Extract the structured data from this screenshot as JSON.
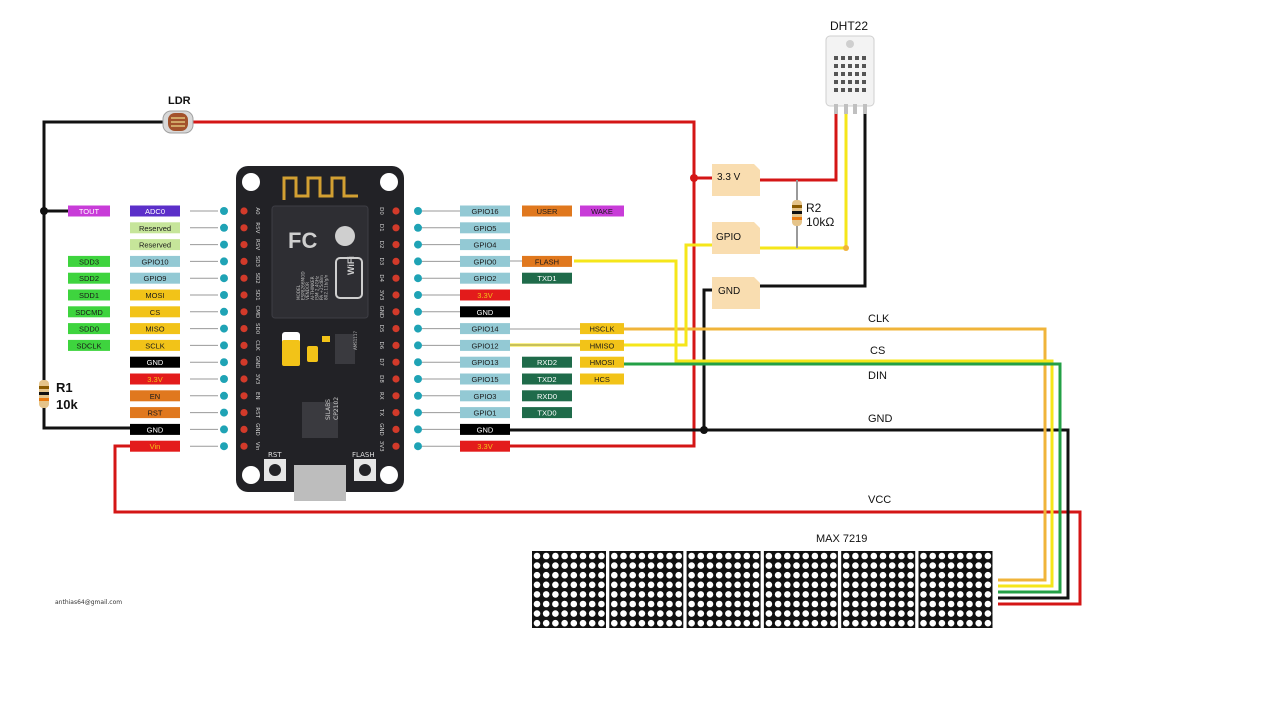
{
  "diagram": {
    "board": {
      "logo": "FC",
      "model_lines": [
        "MODEL",
        "ESP8266MOD",
        "VENDOR",
        "AI-THINKER",
        "ISM 2.4GHz",
        "PA +25dBm",
        "802.11b/g/n"
      ],
      "wifi_text": "WiFi",
      "usb_chip": [
        "SILABS",
        "CP2102"
      ],
      "regulator": "AMS1117",
      "rst_label": "RST",
      "flash_label": "FLASH",
      "left_pin_silk": [
        "A0",
        "RSV",
        "RSV",
        "SD3",
        "SD2",
        "SD1",
        "CMD",
        "SD0",
        "CLK",
        "GND",
        "3V3",
        "EN",
        "RST",
        "GND",
        "Vin"
      ],
      "right_pin_silk": [
        "D0",
        "D1",
        "D2",
        "D3",
        "D4",
        "3V3",
        "GND",
        "D5",
        "D6",
        "D7",
        "D8",
        "RX",
        "TX",
        "GND",
        "3V3"
      ]
    },
    "left_pins": [
      {
        "func": "ADC0",
        "color": "#5b2fc9",
        "text_color": "#ffffff",
        "alt": "TOUT",
        "alt_color": "#c83cd8",
        "alt_text_color": "#ffffff"
      },
      {
        "func": "Reserved",
        "color": "#c6e59a",
        "text_color": "#1a1a1a",
        "alt": "",
        "alt_color": "",
        "alt_text_color": ""
      },
      {
        "func": "Reserved",
        "color": "#c6e59a",
        "text_color": "#1a1a1a",
        "alt": "",
        "alt_color": "",
        "alt_text_color": ""
      },
      {
        "func": "GPIO10",
        "color": "#93c9d4",
        "text_color": "#1a1a1a",
        "alt": "SDD3",
        "alt_color": "#3ed43e",
        "alt_text_color": "#1a1a1a"
      },
      {
        "func": "GPIO9",
        "color": "#93c9d4",
        "text_color": "#1a1a1a",
        "alt": "SDD2",
        "alt_color": "#3ed43e",
        "alt_text_color": "#1a1a1a"
      },
      {
        "func": "MOSI",
        "color": "#f2c318",
        "text_color": "#1a1a1a",
        "alt": "SDD1",
        "alt_color": "#3ed43e",
        "alt_text_color": "#1a1a1a"
      },
      {
        "func": "CS",
        "color": "#f2c318",
        "text_color": "#1a1a1a",
        "alt": "SDCMD",
        "alt_color": "#3ed43e",
        "alt_text_color": "#1a1a1a"
      },
      {
        "func": "MISO",
        "color": "#f2c318",
        "text_color": "#1a1a1a",
        "alt": "SDD0",
        "alt_color": "#3ed43e",
        "alt_text_color": "#1a1a1a"
      },
      {
        "func": "SCLK",
        "color": "#f2c318",
        "text_color": "#1a1a1a",
        "alt": "SDCLK",
        "alt_color": "#3ed43e",
        "alt_text_color": "#1a1a1a"
      },
      {
        "func": "GND",
        "color": "#000000",
        "text_color": "#ffffff",
        "alt": "",
        "alt_color": "",
        "alt_text_color": ""
      },
      {
        "func": "3.3V",
        "color": "#e31b1b",
        "text_color": "#f2c318",
        "alt": "",
        "alt_color": "",
        "alt_text_color": ""
      },
      {
        "func": "EN",
        "color": "#e0781e",
        "text_color": "#1a1a1a",
        "alt": "",
        "alt_color": "",
        "alt_text_color": ""
      },
      {
        "func": "RST",
        "color": "#e0781e",
        "text_color": "#1a1a1a",
        "alt": "",
        "alt_color": "",
        "alt_text_color": ""
      },
      {
        "func": "GND",
        "color": "#000000",
        "text_color": "#ffffff",
        "alt": "",
        "alt_color": "",
        "alt_text_color": ""
      },
      {
        "func": "Vin",
        "color": "#e31b1b",
        "text_color": "#f2c318",
        "alt": "",
        "alt_color": "",
        "alt_text_color": ""
      }
    ],
    "right_pins": [
      {
        "gpio": "GPIO16",
        "color": "#93c9d4",
        "text_color": "#1a1a1a",
        "alt1": "USER",
        "alt1_color": "#e0781e",
        "alt1_text_color": "#1a1a1a",
        "alt2": "WAKE",
        "alt2_color": "#c83cd8",
        "alt2_text_color": "#1a1a1a"
      },
      {
        "gpio": "GPIO5",
        "color": "#93c9d4",
        "text_color": "#1a1a1a",
        "alt1": "",
        "alt1_color": "",
        "alt1_text_color": "",
        "alt2": "",
        "alt2_color": "",
        "alt2_text_color": ""
      },
      {
        "gpio": "GPIO4",
        "color": "#93c9d4",
        "text_color": "#1a1a1a",
        "alt1": "",
        "alt1_color": "",
        "alt1_text_color": "",
        "alt2": "",
        "alt2_color": "",
        "alt2_text_color": ""
      },
      {
        "gpio": "GPIO0",
        "color": "#93c9d4",
        "text_color": "#1a1a1a",
        "alt1": "FLASH",
        "alt1_color": "#e0781e",
        "alt1_text_color": "#1a1a1a",
        "alt2": "",
        "alt2_color": "",
        "alt2_text_color": ""
      },
      {
        "gpio": "GPIO2",
        "color": "#93c9d4",
        "text_color": "#1a1a1a",
        "alt1": "TXD1",
        "alt1_color": "#1f6b4a",
        "alt1_text_color": "#ffffff",
        "alt2": "",
        "alt2_color": "",
        "alt2_text_color": ""
      },
      {
        "gpio": "3.3V",
        "color": "#e31b1b",
        "text_color": "#f2c318",
        "alt1": "",
        "alt1_color": "",
        "alt1_text_color": "",
        "alt2": "",
        "alt2_color": "",
        "alt2_text_color": ""
      },
      {
        "gpio": "GND",
        "color": "#000000",
        "text_color": "#ffffff",
        "alt1": "",
        "alt1_color": "",
        "alt1_text_color": "",
        "alt2": "",
        "alt2_color": "",
        "alt2_text_color": ""
      },
      {
        "gpio": "GPIO14",
        "color": "#93c9d4",
        "text_color": "#1a1a1a",
        "alt1": "",
        "alt1_color": "",
        "alt1_text_color": "",
        "alt2": "HSCLK",
        "alt2_color": "#f2c318",
        "alt2_text_color": "#1a1a1a"
      },
      {
        "gpio": "GPIO12",
        "color": "#93c9d4",
        "text_color": "#1a1a1a",
        "alt1": "",
        "alt1_color": "",
        "alt1_text_color": "",
        "alt2": "HMISO",
        "alt2_color": "#f2c318",
        "alt2_text_color": "#1a1a1a"
      },
      {
        "gpio": "GPIO13",
        "color": "#93c9d4",
        "text_color": "#1a1a1a",
        "alt1": "RXD2",
        "alt1_color": "#1f6b4a",
        "alt1_text_color": "#ffffff",
        "alt2": "HMOSI",
        "alt2_color": "#f2c318",
        "alt2_text_color": "#1a1a1a"
      },
      {
        "gpio": "GPIO15",
        "color": "#93c9d4",
        "text_color": "#1a1a1a",
        "alt1": "TXD2",
        "alt1_color": "#1f6b4a",
        "alt1_text_color": "#ffffff",
        "alt2": "HCS",
        "alt2_color": "#f2c318",
        "alt2_text_color": "#1a1a1a"
      },
      {
        "gpio": "GPIO3",
        "color": "#93c9d4",
        "text_color": "#1a1a1a",
        "alt1": "RXD0",
        "alt1_color": "#1f6b4a",
        "alt1_text_color": "#ffffff",
        "alt2": "",
        "alt2_color": "",
        "alt2_text_color": ""
      },
      {
        "gpio": "GPIO1",
        "color": "#93c9d4",
        "text_color": "#1a1a1a",
        "alt1": "TXD0",
        "alt1_color": "#1f6b4a",
        "alt1_text_color": "#ffffff",
        "alt2": "",
        "alt2_color": "",
        "alt2_text_color": ""
      },
      {
        "gpio": "GND",
        "color": "#000000",
        "text_color": "#ffffff",
        "alt1": "",
        "alt1_color": "",
        "alt1_text_color": "",
        "alt2": "",
        "alt2_color": "",
        "alt2_text_color": ""
      },
      {
        "gpio": "3.3V",
        "color": "#e31b1b",
        "text_color": "#f2c318",
        "alt1": "",
        "alt1_color": "",
        "alt1_text_color": "",
        "alt2": "",
        "alt2_color": "",
        "alt2_text_color": ""
      }
    ],
    "components": {
      "ldr": {
        "label": "LDR"
      },
      "r1": {
        "name": "R1",
        "value": "10k"
      },
      "r2": {
        "name": "R2",
        "value": "10kΩ"
      },
      "dht": {
        "label": "DHT22"
      },
      "dht_pins": {
        "vcc": "3.3 V",
        "data": "GPIO",
        "gnd": "GND"
      },
      "matrix": {
        "label": "MAX 7219",
        "modules": 6
      }
    },
    "wires": {
      "clk": "CLK",
      "cs": "CS",
      "din": "DIN",
      "gnd": "GND",
      "vcc": "VCC",
      "colors": {
        "red": "#d41616",
        "black": "#111111",
        "yellow": "#f5e61a",
        "orange": "#f0b43a",
        "green": "#23a046"
      }
    },
    "email": "anthias64@gmail.com"
  }
}
